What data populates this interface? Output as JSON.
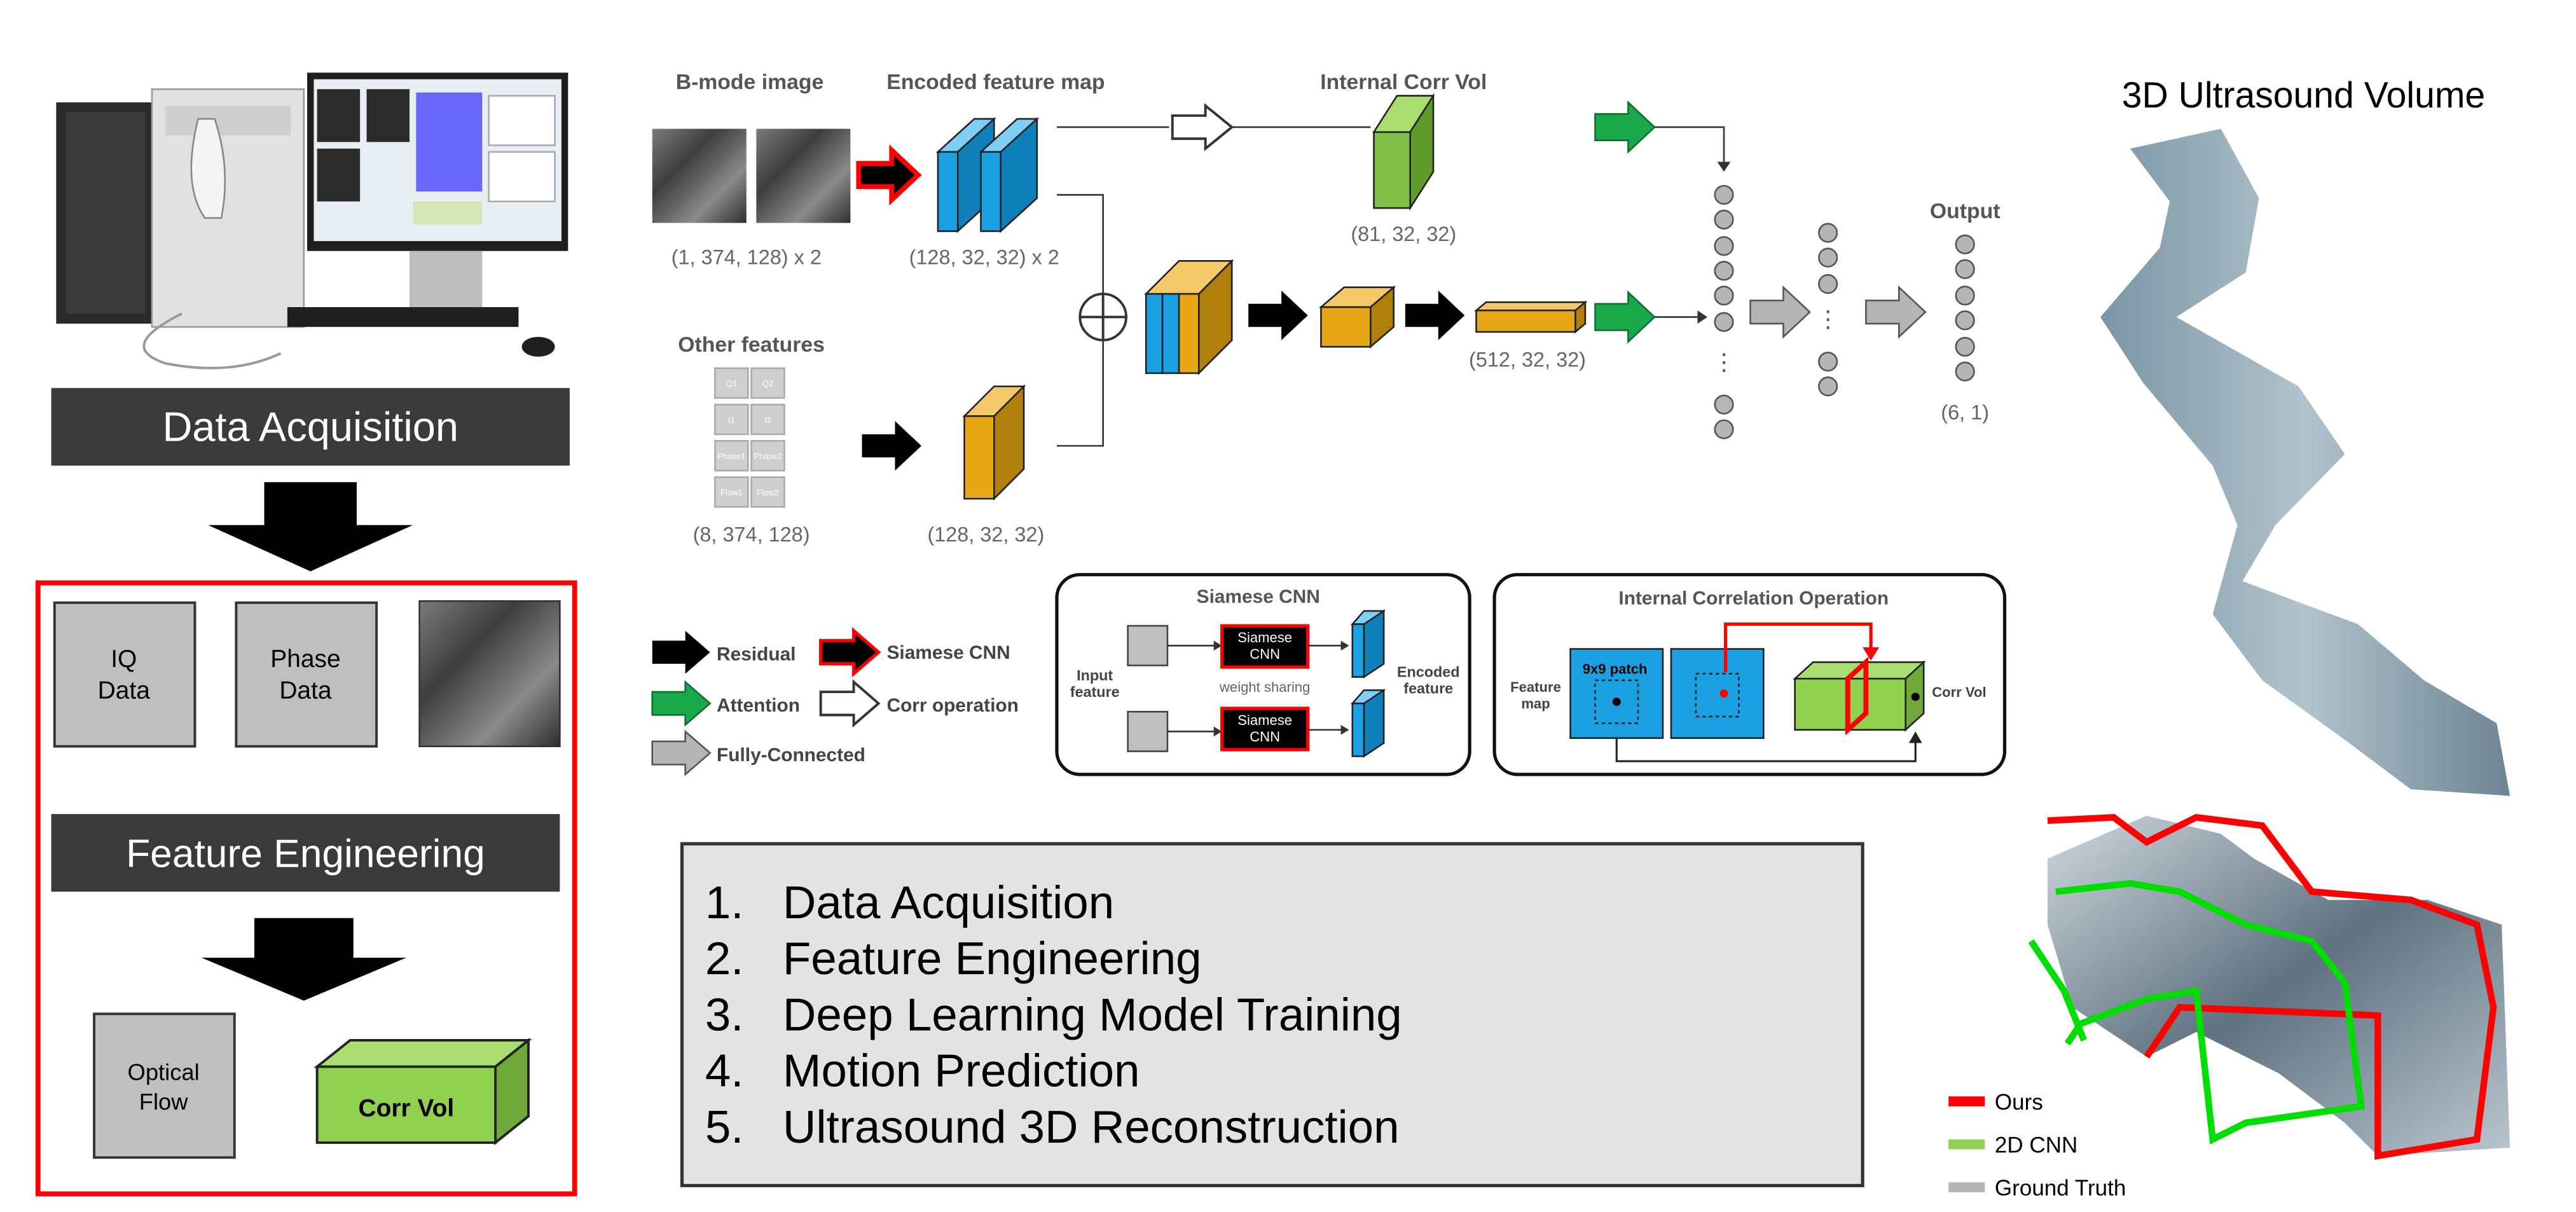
{
  "left_panel": {
    "acquisition_label": "Data Acquisition",
    "iq_label_line1": "IQ",
    "iq_label_line2": "Data",
    "phase_label_line1": "Phase",
    "phase_label_line2": "Data",
    "feature_engineering_label": "Feature Engineering",
    "optical_flow_line1": "Optical",
    "optical_flow_line2": "Flow",
    "corr_vol_label": "Corr Vol"
  },
  "network": {
    "bmode_title": "B-mode image",
    "encoded_title": "Encoded feature map",
    "internal_corr_title": "Internal Corr Vol",
    "other_features_title": "Other features",
    "output_title": "Output",
    "bmode_shape": "(1, 374, 128) x 2",
    "encoded_shape": "(128, 32, 32) x 2",
    "corr_shape": "(81, 32, 32)",
    "fc_shape": "(512, 32, 32)",
    "other_shape": "(8, 374, 128)",
    "other_encoded_shape": "(128, 32, 32)",
    "output_shape": "(6, 1)",
    "ellipsis": "⋮",
    "feature_tiles": [
      "Q1",
      "Q2",
      "I1",
      "I2",
      "Phase1",
      "Phase2",
      "Flow1",
      "Flow2"
    ]
  },
  "legend": {
    "residual": "Residual",
    "siamese": "Siamese CNN",
    "attention": "Attention",
    "corr_op": "Corr operation",
    "fully_connected": "Fully-Connected"
  },
  "siamese_box": {
    "title": "Siamese CNN",
    "input_line1": "Input",
    "input_line2": "feature",
    "block_line1": "Siamese",
    "block_line2": "CNN",
    "weight_sharing": "weight sharing",
    "encoded_line1": "Encoded",
    "encoded_line2": "feature"
  },
  "corr_box": {
    "title": "Internal Correlation Operation",
    "feature_line1": "Feature",
    "feature_line2": "map",
    "patch_label": "9x9 patch",
    "corr_vol": "Corr Vol"
  },
  "steps": [
    "Data Acquisition",
    "Feature Engineering",
    "Deep Learning Model Training",
    "Motion Prediction",
    "Ultrasound 3D Reconstruction"
  ],
  "volume_title": "3D Ultrasound Volume",
  "recon_legend": [
    "Ours",
    "2D CNN",
    "Ground Truth"
  ],
  "colors": {
    "dark_label": "#3a3a3a",
    "red": "#ff0000",
    "green_light": "#92d050",
    "blue": "#1ba1e2",
    "gold": "#e6a817",
    "arrow_green": "#19a84a",
    "gray_box": "#bfbfbf",
    "steps_bg": "#e3e3e3"
  },
  "icons": [
    "workstation-icon",
    "down-arrow-icon",
    "red-arrow-icon",
    "black-arrow-icon",
    "green-arrow-icon",
    "gray-arrow-icon",
    "open-arrow-icon",
    "concat-icon"
  ]
}
